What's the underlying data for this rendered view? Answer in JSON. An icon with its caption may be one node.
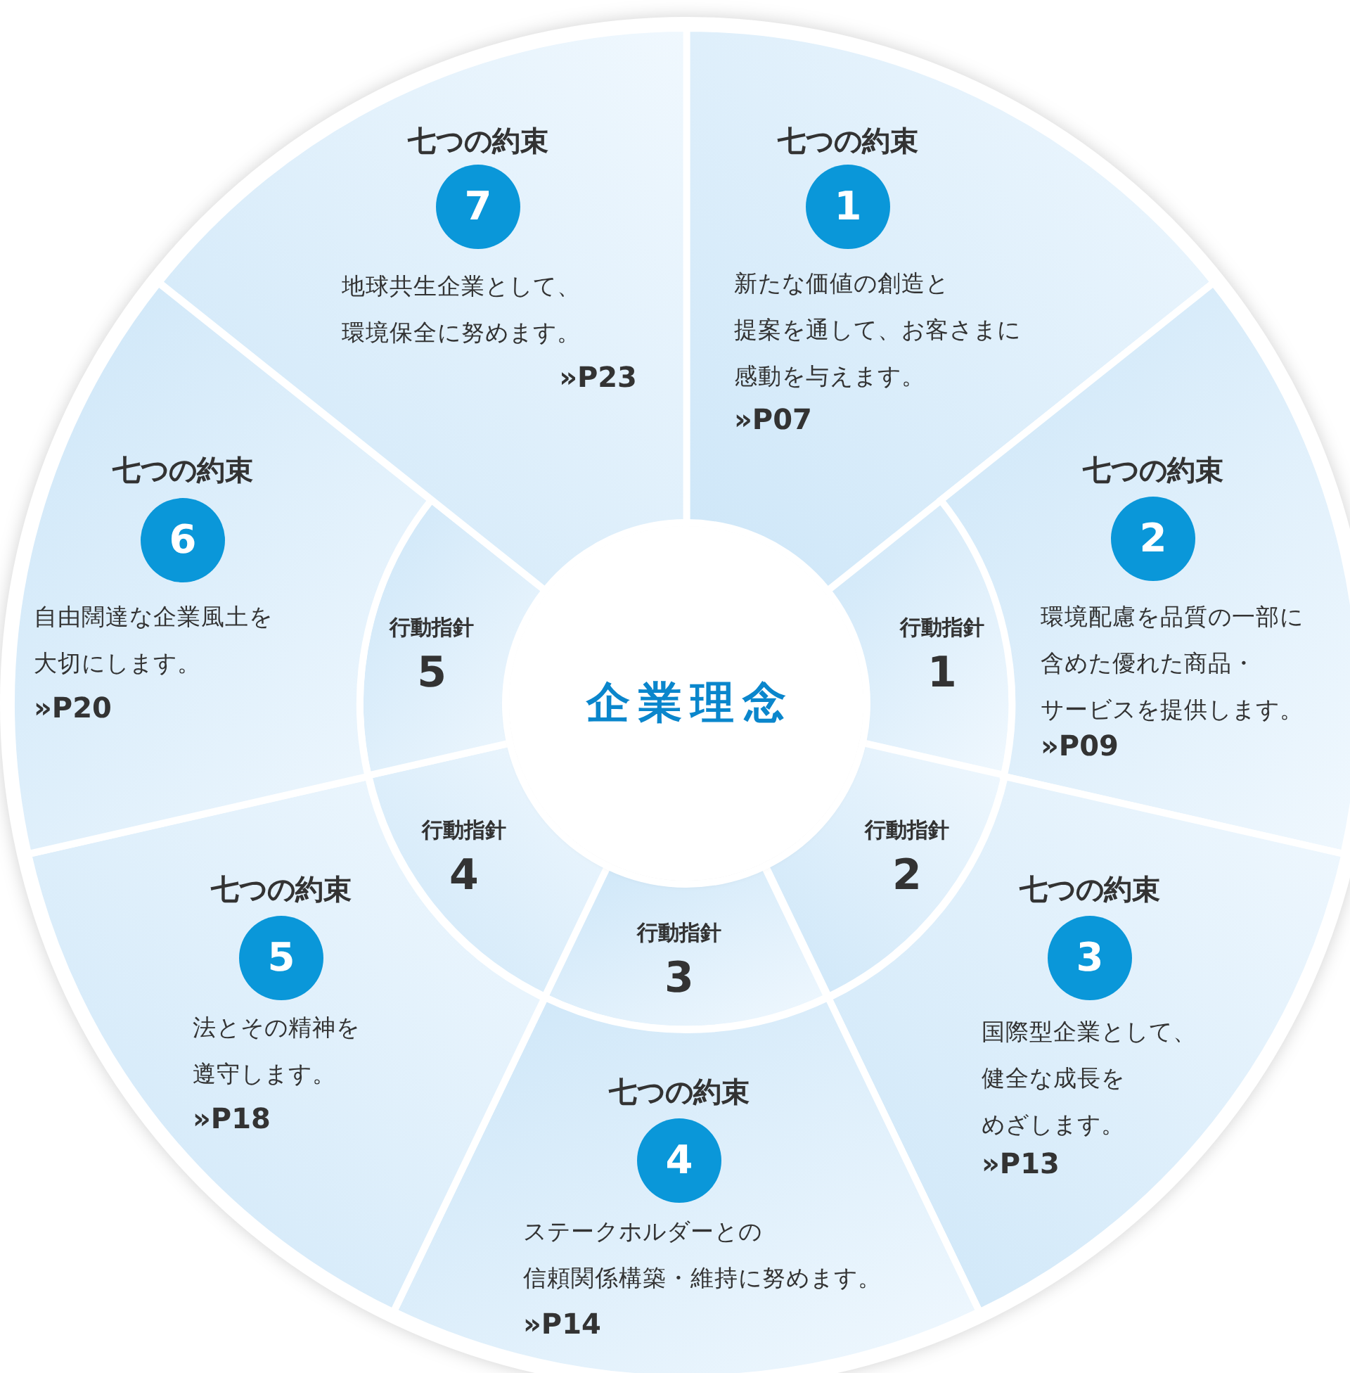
{
  "diagram": {
    "nodes": [
      {
        "text": [
          "企業理念"
        ]
      },
      {
        "text": [
          "行動指針",
          "1"
        ]
      },
      {
        "text": [
          "行動指針",
          "2"
        ]
      },
      {
        "text": [
          "行動指針",
          "3"
        ]
      },
      {
        "text": [
          "行動指針",
          "4"
        ]
      },
      {
        "text": [
          "行動指針",
          "5"
        ]
      },
      {
        "text": [
          "七つの約束",
          "新たな価値の創造と提案を通して、お客さまに感動を与えます。",
          "»P07"
        ]
      },
      {
        "text": [
          "1"
        ],
        "in": 6
      },
      {
        "text": [
          "七つの約束",
          "環境配慮を品質の一部に含めた優れた商品・サービスを提供します。",
          "»P09"
        ]
      },
      {
        "text": [
          "2"
        ],
        "in": 8
      },
      {
        "text": [
          "七つの約束",
          "国際型企業として、健全な成長をめざします。",
          "»P13"
        ]
      },
      {
        "text": [
          "3"
        ],
        "in": 10
      },
      {
        "text": [
          "七つの約束",
          "ステークホルダーとの信頼関係構築・維持に努めます。",
          "»P14"
        ]
      },
      {
        "text": [
          "4"
        ],
        "in": 12
      },
      {
        "text": [
          "七つの約束",
          "法とその精神を遵守します。",
          "»P18"
        ]
      },
      {
        "text": [
          "5"
        ],
        "in": 14
      },
      {
        "text": [
          "七つの約束",
          "自由闊達な企業風土を大切にします。",
          "»P20"
        ]
      },
      {
        "text": [
          "6"
        ],
        "in": 16
      },
      {
        "text": [
          "七つの約束",
          "地球共生企業として、環境保全に努めます。",
          "»P23"
        ]
      },
      {
        "text": [
          "7"
        ],
        "in": 18
      }
    ]
  }
}
